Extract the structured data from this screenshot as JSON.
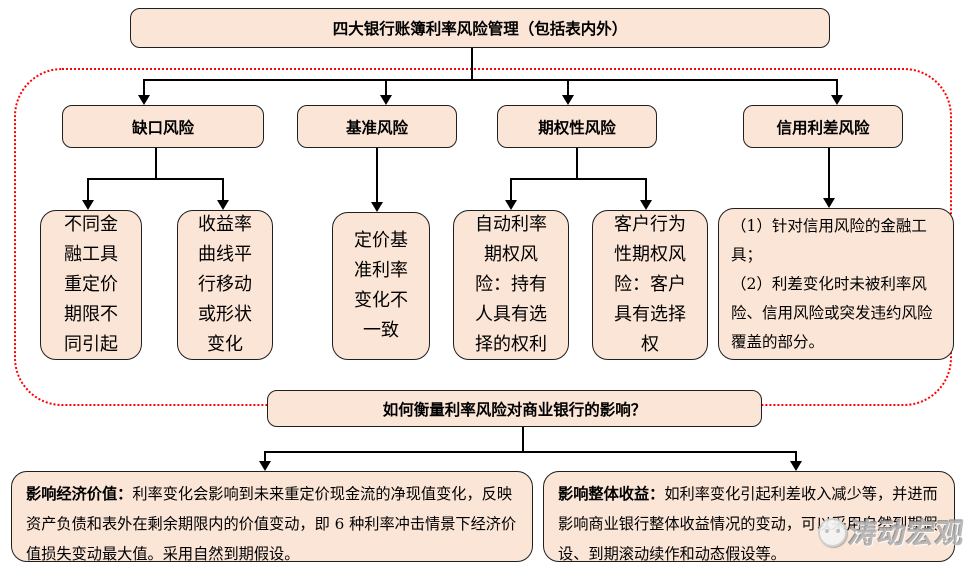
{
  "diagram": {
    "title": "四大银行账簿利率风险管理（包括表内外）",
    "categories": {
      "gap": "缺口风险",
      "basis": "基准风险",
      "option": "期权性风险",
      "credit_spread": "信用利差风险"
    },
    "details": {
      "gap_cause_1": "不同金融工具重定价期限不同引起",
      "gap_cause_2": "收益率曲线平行移动或形状变化",
      "basis_cause": "定价基准利率变化不一致",
      "option_auto": "自动利率期权风险：持有人具有选择的权利",
      "option_behavior": "客户行为性期权风险：客户具有选择权",
      "credit_spread_detail": "（1）针对信用风险的金融工具；\n（2）利差变化时未被利率风险、信用风险或突发违约风险覆盖的部分。"
    },
    "question": "如何衡量利率风险对商业银行的影响？",
    "impacts": {
      "economic_value": {
        "lead": "影响经济价值：",
        "text": "利率变化会影响到未来重定价现金流的净现值变化，反映资产负债和表外在剩余期限内的价值变动，即 6 种利率冲击情景下经济价值损失变动最大值。采用自然到期假设。"
      },
      "overall_income": {
        "lead": "影响整体收益：",
        "text": "如利率变化引起利差收入减少等，并进而影响商业银行整体收益情况的变动，可以采用自然到期假设、到期滚动续作和动态假设等。"
      }
    },
    "watermark": "涛动宏观",
    "colors": {
      "box_fill": "#fbe5d6",
      "box_border": "#1f1f1f",
      "dashed_border": "#ff0000",
      "watermark_gray": "#afafaf"
    }
  }
}
